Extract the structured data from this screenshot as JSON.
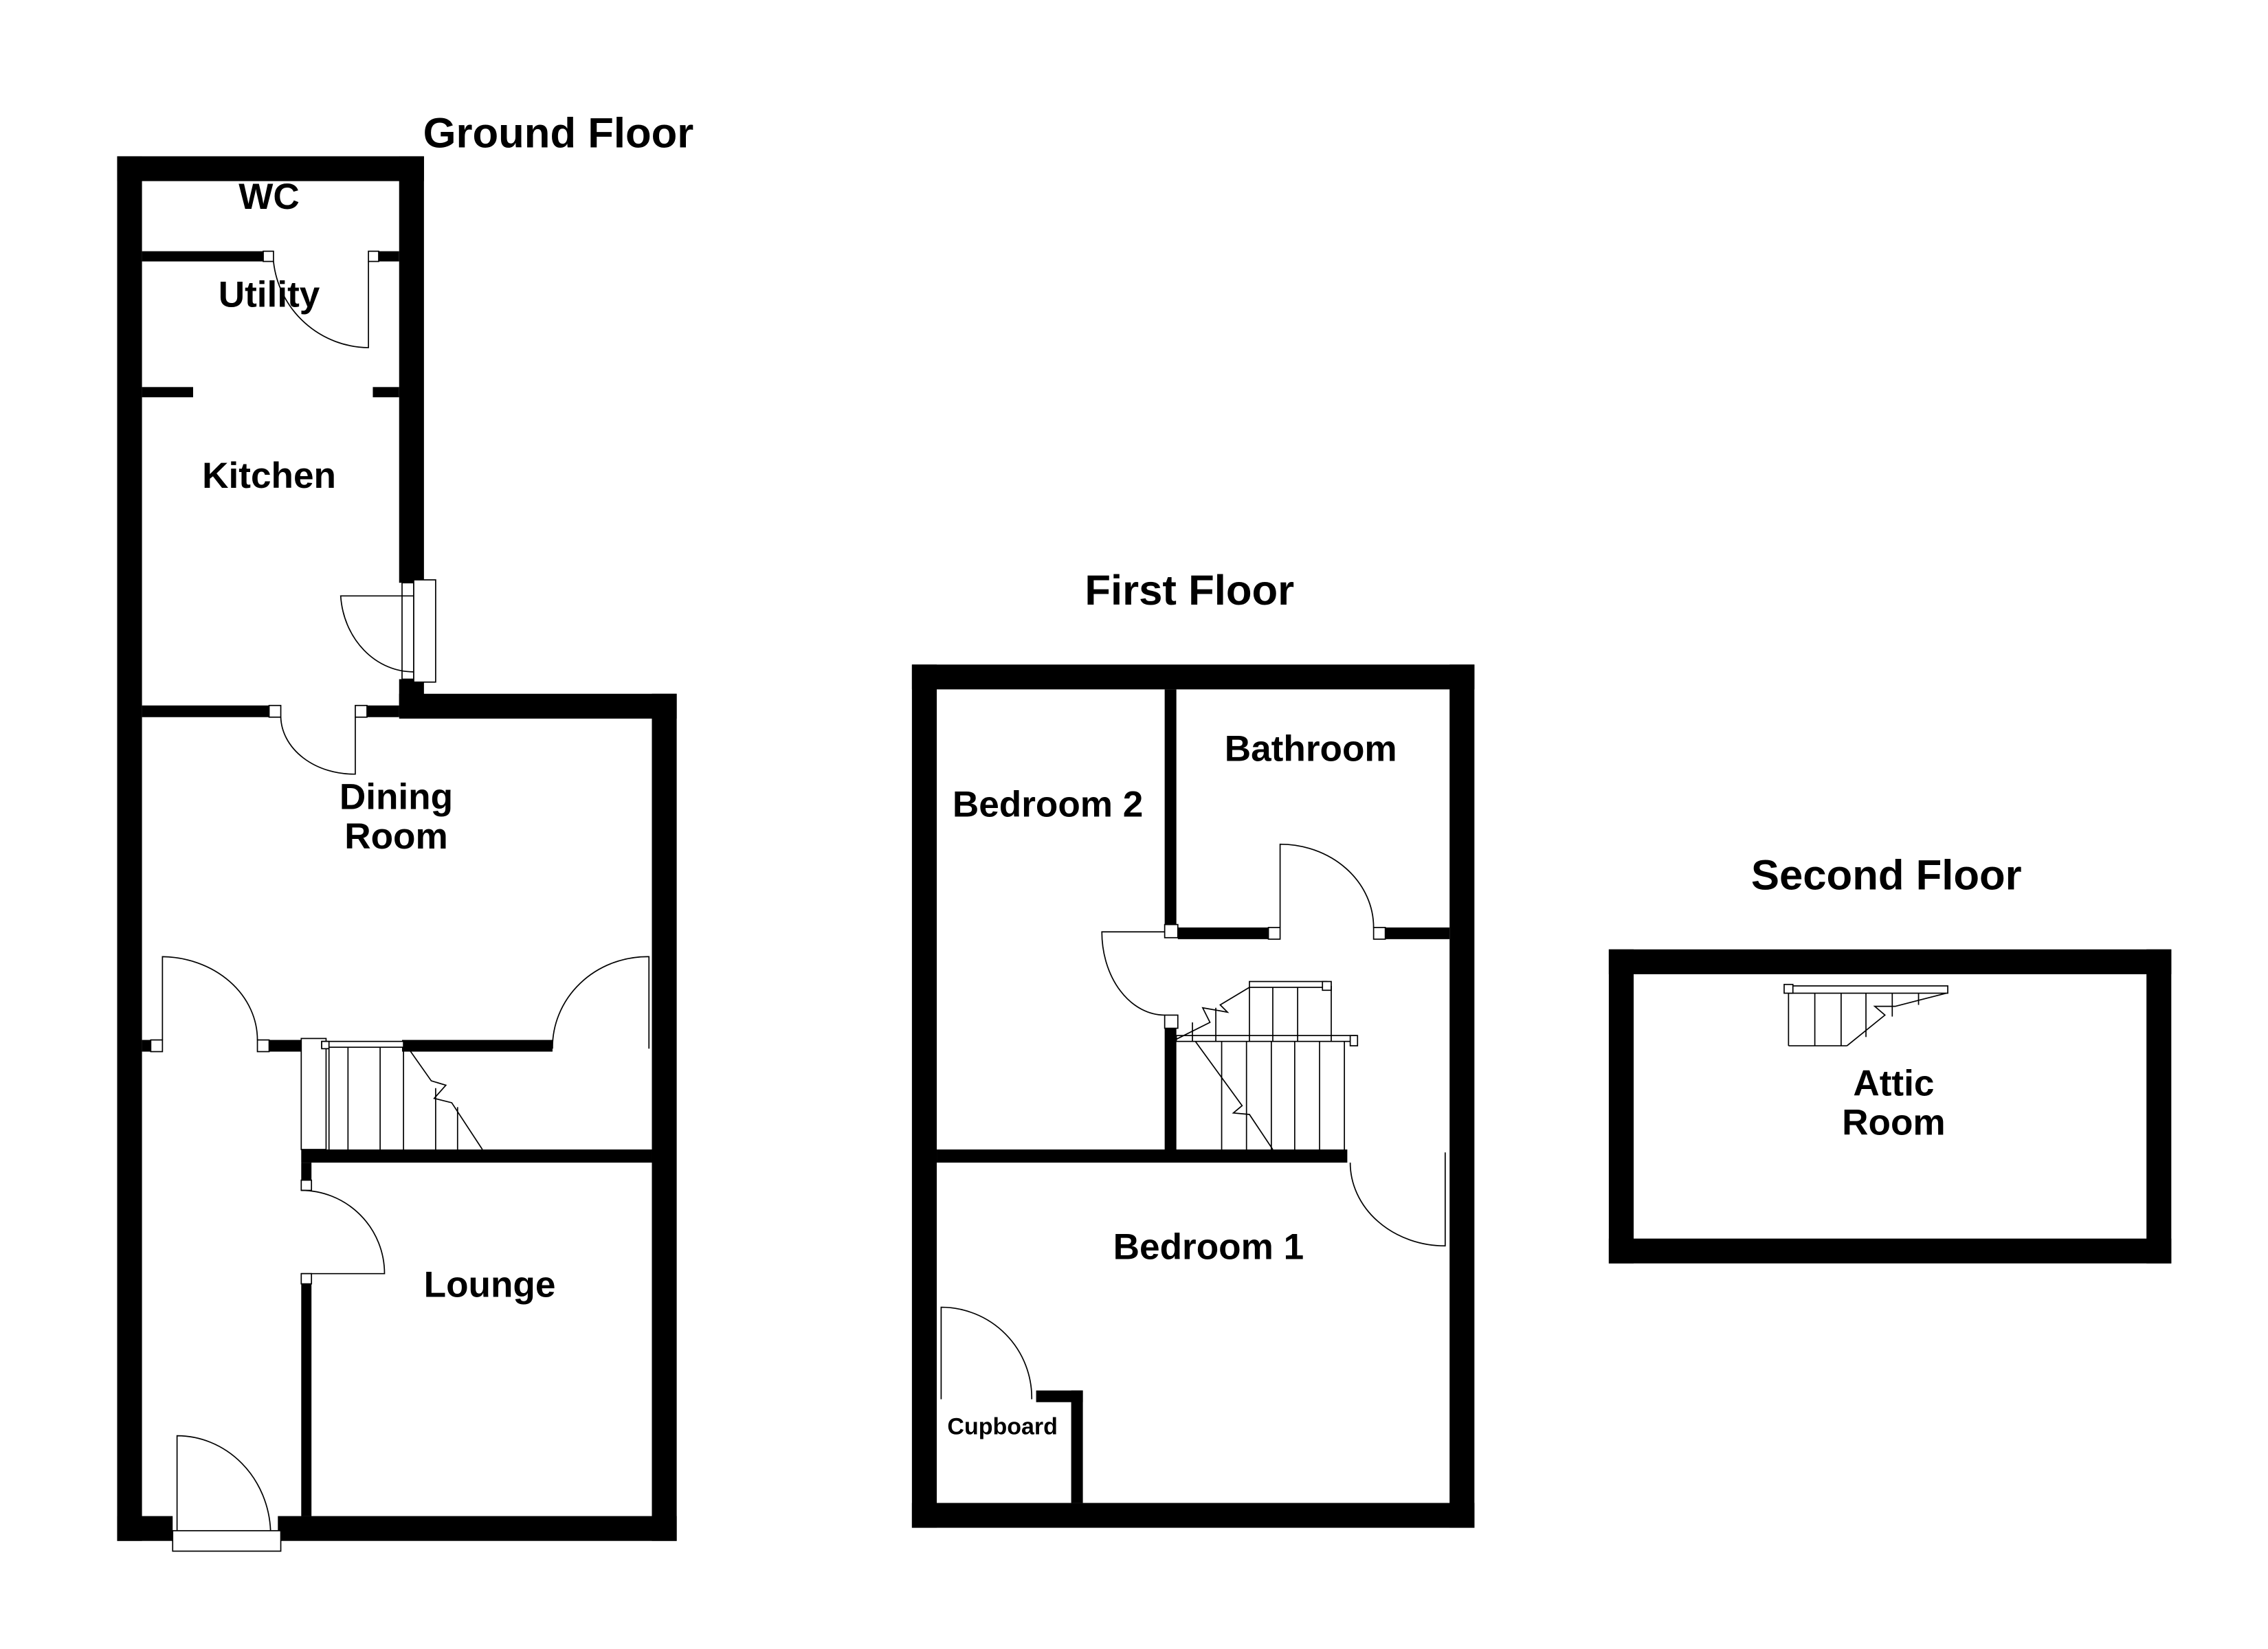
{
  "floors": [
    {
      "title": "Ground Floor",
      "rooms": [
        "WC",
        "Utility",
        "Kitchen",
        "Dining",
        "Room",
        "Lounge"
      ]
    },
    {
      "title": "First Floor",
      "rooms": [
        "Bedroom 2",
        "Bathroom",
        "Bedroom 1",
        "Cupboard"
      ]
    },
    {
      "title": "Second Floor",
      "rooms": [
        "Attic",
        "Room"
      ]
    }
  ],
  "colors": {
    "wall": "#000000",
    "background": "#ffffff"
  }
}
